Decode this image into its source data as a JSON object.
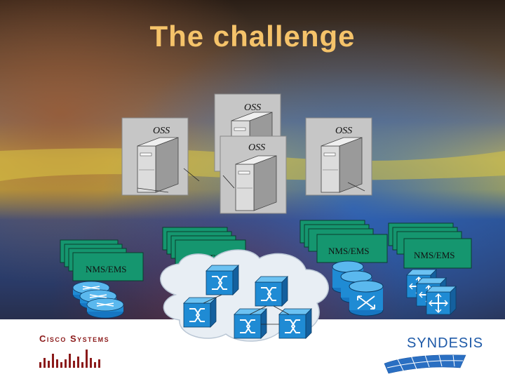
{
  "slide": {
    "title": "The challenge",
    "title_color": "#f5c36a"
  },
  "oss": {
    "labels": [
      "OSS",
      "OSS",
      "OSS",
      "OSS"
    ]
  },
  "nms": {
    "labels": [
      "NMS/EMS",
      "NMS/EMS",
      "NMS/EMS",
      "NMS/EMS"
    ]
  },
  "logos": {
    "cisco": "Cisco Systems",
    "syndesis": "SYNDESIS"
  },
  "colors": {
    "device_blue": "#1e8fd6",
    "nms_green": "#1aa37a",
    "oss_panel": "#c4c4c4",
    "cloud": "#e8eef4"
  },
  "icons": [
    "server-icon",
    "router-icon",
    "atm-switch-icon",
    "cloud-icon"
  ]
}
